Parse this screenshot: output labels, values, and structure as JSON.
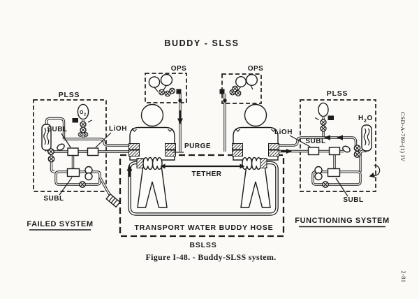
{
  "title": "BUDDY - SLSS",
  "caption": "Figure I-48. - Buddy-SLSS system.",
  "margin": {
    "doc_ref": "CSD-A-789-(1) IV",
    "page_num": "2-81"
  },
  "colors": {
    "ink": "#1b1b1b",
    "paper": "#fbfaf7"
  },
  "left_system": {
    "system_label": "FAILED SYSTEM",
    "plss": "PLSS",
    "ops": "OPS",
    "subl_upper": "SUBL",
    "subl_lower": "SUBL",
    "lioh": "LiOH",
    "o2_base": "O",
    "o2_sub": "2"
  },
  "right_system": {
    "system_label": "FUNCTIONING SYSTEM",
    "plss": "PLSS",
    "ops": "OPS",
    "subl_upper": "SUBL",
    "subl_lower": "SUBL",
    "lioh": "LiOH",
    "h2o_h": "H",
    "h2o_sub": "2",
    "h2o_o": "O"
  },
  "bslss": {
    "purge": "PURGE",
    "tether": "TETHER",
    "transport_hose": "TRANSPORT WATER BUDDY HOSE",
    "label": "BSLSS"
  }
}
